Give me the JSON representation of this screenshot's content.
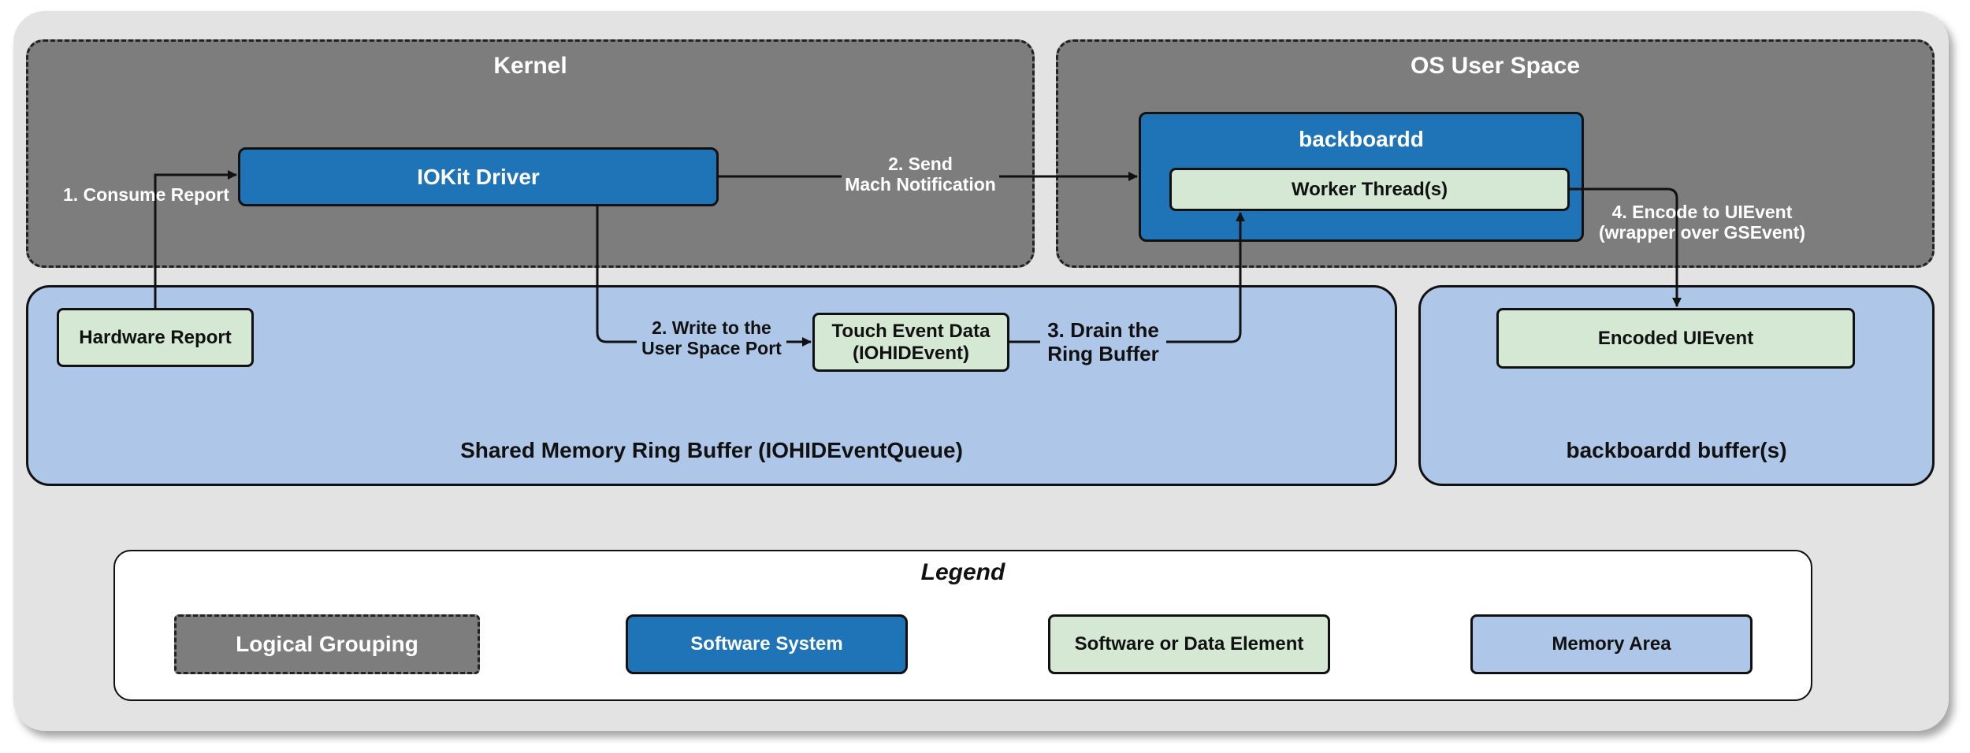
{
  "groups": {
    "kernel": "Kernel",
    "user_space": "OS User Space"
  },
  "systems": {
    "iokit_driver": "IOKit Driver",
    "backboardd": "backboardd"
  },
  "elements": {
    "worker_thread": "Worker Thread(s)",
    "hardware_report": "Hardware Report",
    "touch_event_line1": "Touch Event Data",
    "touch_event_line2": "(IOHIDEvent)",
    "encoded_uievent": "Encoded UIEvent"
  },
  "memory_areas": {
    "shared_ring_buffer": "Shared Memory Ring Buffer (IOHIDEventQueue)",
    "backboardd_buffer": "backboardd buffer(s)"
  },
  "edges": {
    "consume_report": "1. Consume Report",
    "send_line1": "2. Send",
    "send_line2": "Mach Notification",
    "write_line1": "2. Write to the",
    "write_line2": "User Space Port",
    "drain_line1": "3. Drain the",
    "drain_line2": "Ring Buffer",
    "encode_line1": "4. Encode to UIEvent",
    "encode_line2": "(wrapper over GSEvent)"
  },
  "legend": {
    "title": "Legend",
    "logical_grouping": "Logical Grouping",
    "software_system": "Software System",
    "software_element": "Software or Data Element",
    "memory_area": "Memory Area"
  },
  "colors": {
    "group_fill": "#7d7d7d",
    "system_fill": "#1f73b7",
    "element_fill": "#d5e8d4",
    "memory_fill": "#aec6e8",
    "background": "#e3e3e3"
  }
}
